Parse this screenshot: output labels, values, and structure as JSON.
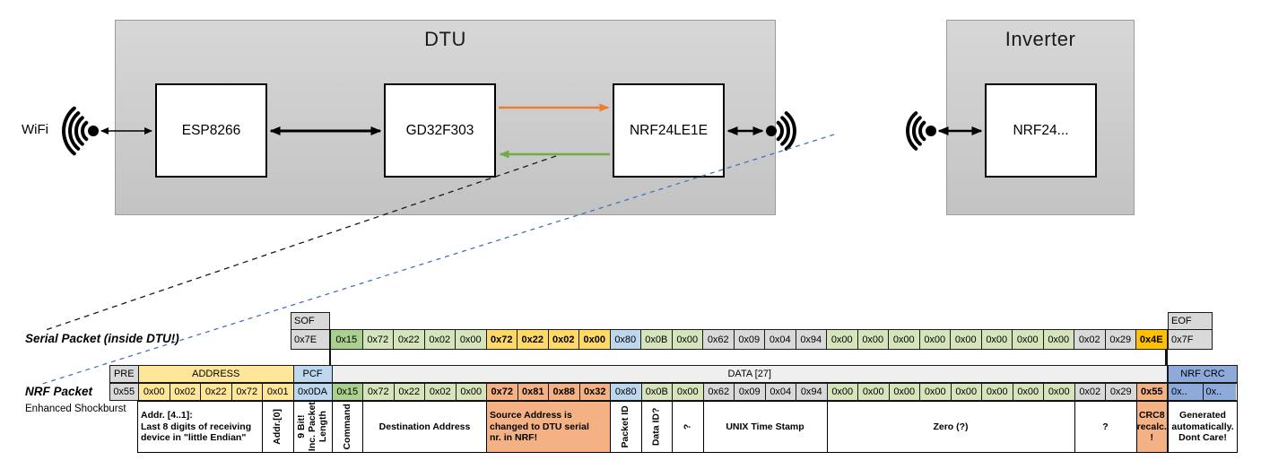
{
  "colors": {
    "gray": "#d9d9d9",
    "band": "#efefef",
    "green_dark": "#a9d08e",
    "green_light": "#d6e4bc",
    "yellow": "#ffe699",
    "gold": "#ffd966",
    "orange": "#ffc000",
    "salmon": "#f4b183",
    "blue_light": "#bdd7ee",
    "blue_dark": "#8eaadb",
    "arrow_orange": "#ed7d31",
    "arrow_green": "#70ad47",
    "dash_blue": "#4472c4"
  },
  "top": {
    "wifi_label": "WiFi",
    "dtu_title": "DTU",
    "inverter_title": "Inverter",
    "chip_esp": "ESP8266",
    "chip_gd": "GD32F303",
    "chip_nrf": "NRF24LE1E",
    "chip_inverter": "NRF24..."
  },
  "labels": {
    "serial": "Serial Packet (inside DTU!)",
    "nrf": "NRF Packet",
    "shockburst": "Enhanced Shockburst"
  },
  "serial": {
    "sof_header": "SOF",
    "sof_value": "0x7E",
    "eof_header": "EOF",
    "eof_value": "0x7F",
    "bytes": [
      {
        "v": "0x15",
        "c": "gd"
      },
      {
        "v": "0x72",
        "c": "gl"
      },
      {
        "v": "0x22",
        "c": "gl"
      },
      {
        "v": "0x02",
        "c": "gl"
      },
      {
        "v": "0x00",
        "c": "gl"
      },
      {
        "v": "0x72",
        "c": "au",
        "b": true
      },
      {
        "v": "0x22",
        "c": "au",
        "b": true
      },
      {
        "v": "0x02",
        "c": "au",
        "b": true
      },
      {
        "v": "0x00",
        "c": "au",
        "b": true
      },
      {
        "v": "0x80",
        "c": "bl"
      },
      {
        "v": "0x0B",
        "c": "gl"
      },
      {
        "v": "0x00",
        "c": "gl"
      },
      {
        "v": "0x62",
        "c": "gy"
      },
      {
        "v": "0x09",
        "c": "gy"
      },
      {
        "v": "0x04",
        "c": "gy"
      },
      {
        "v": "0x94",
        "c": "gy"
      },
      {
        "v": "0x00",
        "c": "gl"
      },
      {
        "v": "0x00",
        "c": "gl"
      },
      {
        "v": "0x00",
        "c": "gl"
      },
      {
        "v": "0x00",
        "c": "gl"
      },
      {
        "v": "0x00",
        "c": "gl"
      },
      {
        "v": "0x00",
        "c": "gl"
      },
      {
        "v": "0x00",
        "c": "gl"
      },
      {
        "v": "0x00",
        "c": "gl"
      },
      {
        "v": "0x02",
        "c": "gy"
      },
      {
        "v": "0x29",
        "c": "gy"
      },
      {
        "v": "0x4E",
        "c": "or",
        "b": true
      }
    ]
  },
  "nrf": {
    "headers": [
      {
        "t": "PRE",
        "c": "gy"
      },
      {
        "t": "ADDRESS",
        "c": "yl"
      },
      {
        "t": "PCF",
        "c": "bl"
      },
      {
        "t": "DATA [27]",
        "c": "band"
      }
    ],
    "crc_header": "NRF CRC",
    "cells": [
      {
        "v": "0x55",
        "c": "gy"
      },
      {
        "v": "0x00",
        "c": "yl"
      },
      {
        "v": "0x02",
        "c": "yl"
      },
      {
        "v": "0x22",
        "c": "yl"
      },
      {
        "v": "0x72",
        "c": "yl"
      },
      {
        "v": "0x01",
        "c": "yl"
      },
      {
        "v": "0x0DA",
        "c": "bl"
      },
      {
        "v": "0x15",
        "c": "gd"
      },
      {
        "v": "0x72",
        "c": "gl"
      },
      {
        "v": "0x22",
        "c": "gl"
      },
      {
        "v": "0x02",
        "c": "gl"
      },
      {
        "v": "0x00",
        "c": "gl"
      },
      {
        "v": "0x72",
        "c": "sa",
        "b": true
      },
      {
        "v": "0x81",
        "c": "sa",
        "b": true
      },
      {
        "v": "0x88",
        "c": "sa",
        "b": true
      },
      {
        "v": "0x32",
        "c": "sa",
        "b": true
      },
      {
        "v": "0x80",
        "c": "bl"
      },
      {
        "v": "0x0B",
        "c": "gl"
      },
      {
        "v": "0x00",
        "c": "gl"
      },
      {
        "v": "0x62",
        "c": "gy"
      },
      {
        "v": "0x09",
        "c": "gy"
      },
      {
        "v": "0x04",
        "c": "gy"
      },
      {
        "v": "0x94",
        "c": "gy"
      },
      {
        "v": "0x00",
        "c": "gl"
      },
      {
        "v": "0x00",
        "c": "gl"
      },
      {
        "v": "0x00",
        "c": "gl"
      },
      {
        "v": "0x00",
        "c": "gl"
      },
      {
        "v": "0x00",
        "c": "gl"
      },
      {
        "v": "0x00",
        "c": "gl"
      },
      {
        "v": "0x00",
        "c": "gl"
      },
      {
        "v": "0x00",
        "c": "gl"
      },
      {
        "v": "0x02",
        "c": "gy"
      },
      {
        "v": "0x29",
        "c": "gy"
      },
      {
        "v": "0x55",
        "c": "sa",
        "b": true
      }
    ],
    "crc_cells": [
      {
        "v": "0x..",
        "c": "bd",
        "al": "l"
      },
      {
        "v": "0x..",
        "c": "bd",
        "al": "l"
      }
    ],
    "annotations": [
      {
        "t": "Addr. [4..1]:\nLast 8 digits of receiving\ndevice in \"little Endian\"",
        "al": "l"
      },
      {
        "t": "Addr.[0]",
        "vert": true
      },
      {
        "t": "9 Bit!\nInc. Packet\nLength",
        "vert": true
      },
      {
        "t": "Command",
        "vert": true
      },
      {
        "t": "Destination Address"
      },
      {
        "t": "Source Address is\nchanged to DTU serial\nnr. in NRF!",
        "c": "sa",
        "al": "l"
      },
      {
        "t": "Packet ID",
        "vert": true
      },
      {
        "t": "Data ID?",
        "vert": true
      },
      {
        "t": "?",
        "vert": true
      },
      {
        "t": "UNIX Time Stamp"
      },
      {
        "t": "Zero (?)"
      },
      {
        "t": "?"
      },
      {
        "t": "CRC8\nrecalc.\n!",
        "c": "sa"
      }
    ],
    "annotation_last": "Generated\nautomatically.\nDont Care!"
  }
}
